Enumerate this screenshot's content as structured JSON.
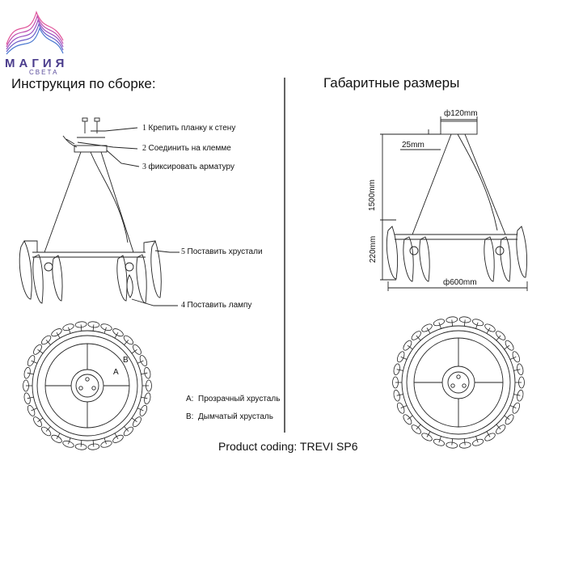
{
  "brand": {
    "name": "МАГИЯ",
    "tagline": "СВЕТА"
  },
  "left": {
    "title": "Инструкция по сборке:",
    "steps": [
      {
        "num": "1",
        "text": "Крепить планку к стену"
      },
      {
        "num": "2",
        "text": "Соединить на клемме"
      },
      {
        "num": "3",
        "text": "фиксировать арматуру"
      },
      {
        "num": "5",
        "text": "Поставить хрустали"
      },
      {
        "num": "4",
        "text": "Поставить лампу"
      }
    ],
    "top_view_labels": {
      "a": "A",
      "b": "B"
    },
    "legend": [
      {
        "key": "A:",
        "text": "Прозрачный хрусталь"
      },
      {
        "key": "B:",
        "text": "Дымчатый хрусталь"
      }
    ]
  },
  "right": {
    "title": "Габаритные размеры",
    "dims": {
      "canopy": "ф120mm",
      "canopy_height": "25mm",
      "drop": "1500mm",
      "height": "220mm",
      "diameter": "ф600mm"
    }
  },
  "product_coding": "Product coding: TREVI SP6",
  "colors": {
    "brand": "#4a3c8c",
    "line": "#222222"
  }
}
